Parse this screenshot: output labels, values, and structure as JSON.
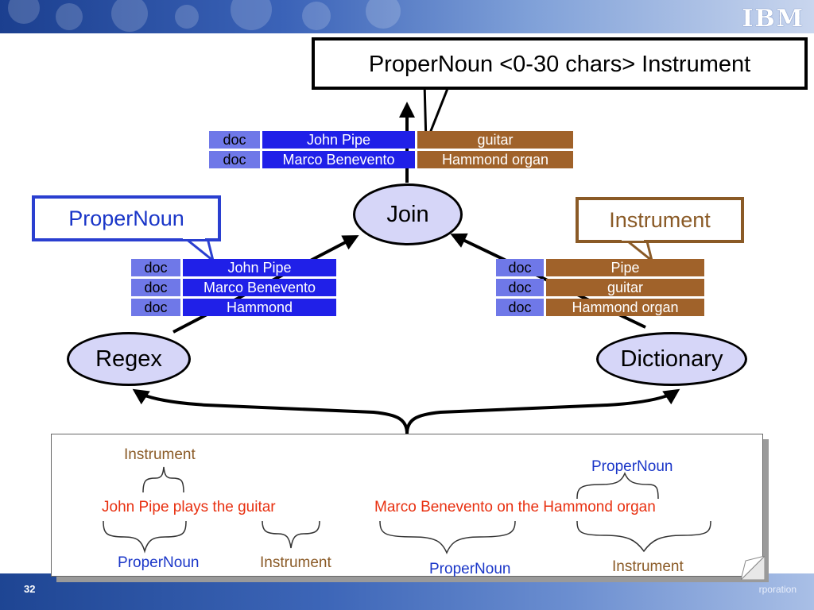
{
  "header": {
    "logo": "IBM"
  },
  "footer": {
    "page_number": "32",
    "copyright_fragment": "rporation"
  },
  "query_box": {
    "text": "ProperNoun <0-30 chars> Instrument"
  },
  "join": {
    "label": "Join",
    "rows": [
      {
        "doc": "doc",
        "proper_noun": "John Pipe",
        "instrument": "guitar"
      },
      {
        "doc": "doc",
        "proper_noun": "Marco Benevento",
        "instrument": "Hammond organ"
      }
    ]
  },
  "regex": {
    "box_label": "ProperNoun",
    "label": "Regex",
    "rows": [
      {
        "doc": "doc",
        "value": "John Pipe"
      },
      {
        "doc": "doc",
        "value": "Marco Benevento"
      },
      {
        "doc": "doc",
        "value": "Hammond"
      }
    ]
  },
  "dictionary": {
    "box_label": "Instrument",
    "label": "Dictionary",
    "rows": [
      {
        "doc": "doc",
        "value": "Pipe"
      },
      {
        "doc": "doc",
        "value": "guitar"
      },
      {
        "doc": "doc",
        "value": "Hammond organ"
      }
    ]
  },
  "document": {
    "sentence1": "John Pipe plays the guitar",
    "sentence2": "Marco Benevento on the Hammond organ",
    "annotations": {
      "s1_top_instrument": "Instrument",
      "s1_bottom_propernoun": "ProperNoun",
      "s1_bottom_instrument": "Instrument",
      "s2_top_propernoun": "ProperNoun",
      "s2_bottom_propernoun": "ProperNoun",
      "s2_bottom_instrument": "Instrument"
    }
  },
  "colors": {
    "doc_cell": "#6f78e8",
    "proper_noun_cell": "#2020e8",
    "instrument_cell": "#a0622a",
    "oval_fill": "#d6d6f8",
    "sentence_text": "#e83010"
  }
}
